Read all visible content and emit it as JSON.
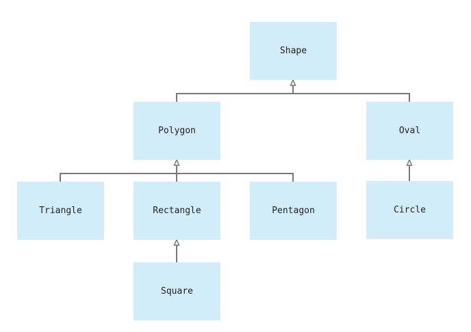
{
  "diagram": {
    "nodes": {
      "shape": "Shape",
      "polygon": "Polygon",
      "oval": "Oval",
      "triangle": "Triangle",
      "rectangle": "Rectangle",
      "pentagon": "Pentagon",
      "circle": "Circle",
      "square": "Square"
    },
    "edges": [
      {
        "child": "Polygon",
        "parent": "Shape"
      },
      {
        "child": "Oval",
        "parent": "Shape"
      },
      {
        "child": "Triangle",
        "parent": "Polygon"
      },
      {
        "child": "Rectangle",
        "parent": "Polygon"
      },
      {
        "child": "Pentagon",
        "parent": "Polygon"
      },
      {
        "child": "Circle",
        "parent": "Oval"
      },
      {
        "child": "Square",
        "parent": "Rectangle"
      }
    ]
  },
  "colors": {
    "node_fill": "#d3ecfa",
    "connector": "#777777"
  }
}
